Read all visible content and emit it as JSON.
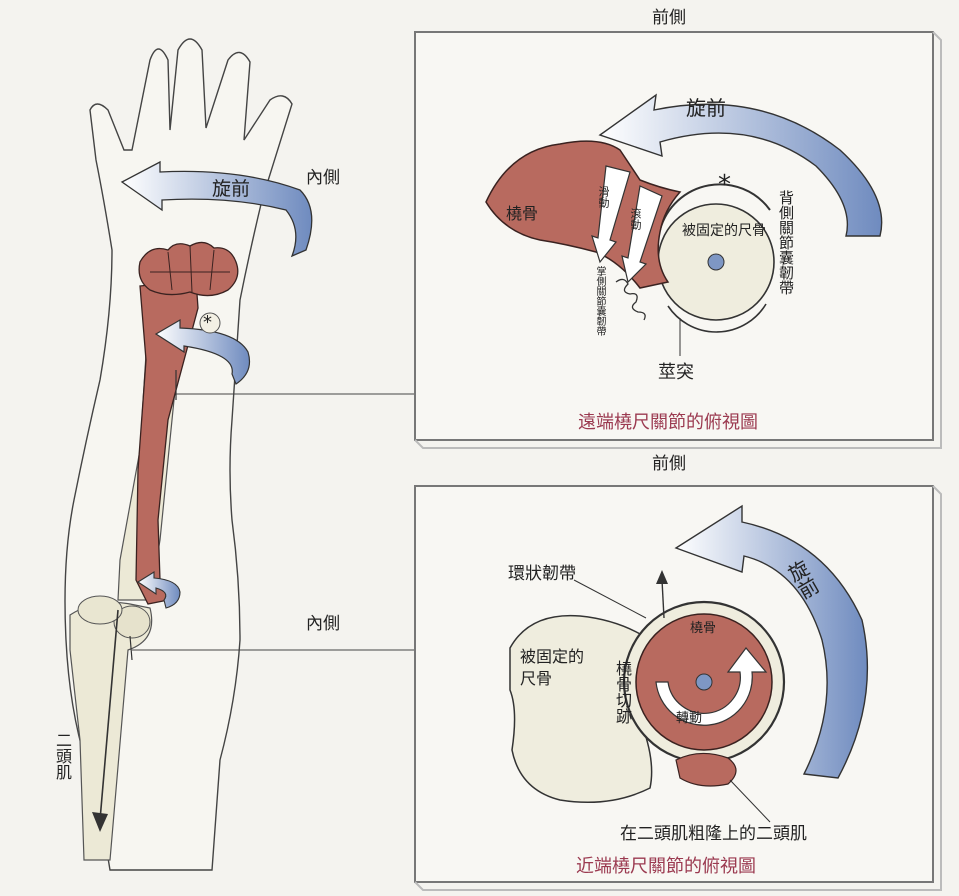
{
  "labels": {
    "top_anterior": "前側",
    "hand_medial": "內側",
    "hand_pronation": "旋前",
    "asterisk_hand": "*",
    "forearm_medial": "內側",
    "biceps": "二頭肌",
    "top_pronation": "旋前",
    "radius_top": "橈骨",
    "slide": "滑動",
    "roll": "滾動",
    "fixed_ulna_top": "被固定的尺骨",
    "asterisk_top": "*",
    "dorsal_ligament": "背側關節囊韌帶",
    "palmar_ligament": "掌側關節囊韌帶",
    "styloid": "莖突",
    "top_caption": "遠端橈尺關節的俯視圖",
    "bottom_anterior": "前側",
    "annular_ligament": "環狀韌帶",
    "bottom_pronation": "旋前",
    "radius_bottom": "橈骨",
    "fixed_ulna_bottom": "被固定的尺骨",
    "radial_notch": "橈骨切跡",
    "spin": "轉動",
    "biceps_tuberosity": "在二頭肌粗隆上的二頭肌",
    "bottom_caption": "近端橈尺關節的俯視圖"
  },
  "colors": {
    "bone_radius": "#b86a5f",
    "bone_light": "#ece9d6",
    "arrow_blue": "#7e97c4",
    "caption": "#9b3a50",
    "outline": "#333333"
  },
  "icons": [
    "pronation-arrow",
    "asterisk-marker",
    "axis-dot",
    "spin-arrow"
  ]
}
